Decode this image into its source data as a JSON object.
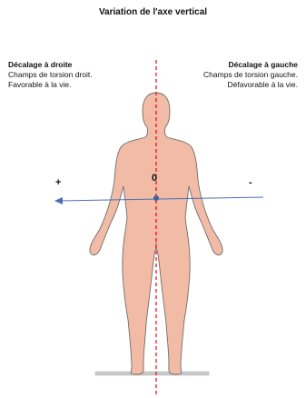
{
  "title": "Variation de l'axe vertical",
  "left_note": {
    "heading": "Décalage à droite",
    "line1": "Champs de torsion droit.",
    "line2": "Favorable à la vie."
  },
  "right_note": {
    "heading": "Décalage à gauche",
    "line1": "Champs de torsion gauche.",
    "line2": "Défavorable à la vie."
  },
  "markers": {
    "plus": "+",
    "minus": "-",
    "zero": "0"
  },
  "colors": {
    "skin": "#f2bba5",
    "outline": "#6e6e6e",
    "axis": "#e8001c",
    "arrow": "#4a6fb4",
    "ground": "#c8c8c8"
  }
}
